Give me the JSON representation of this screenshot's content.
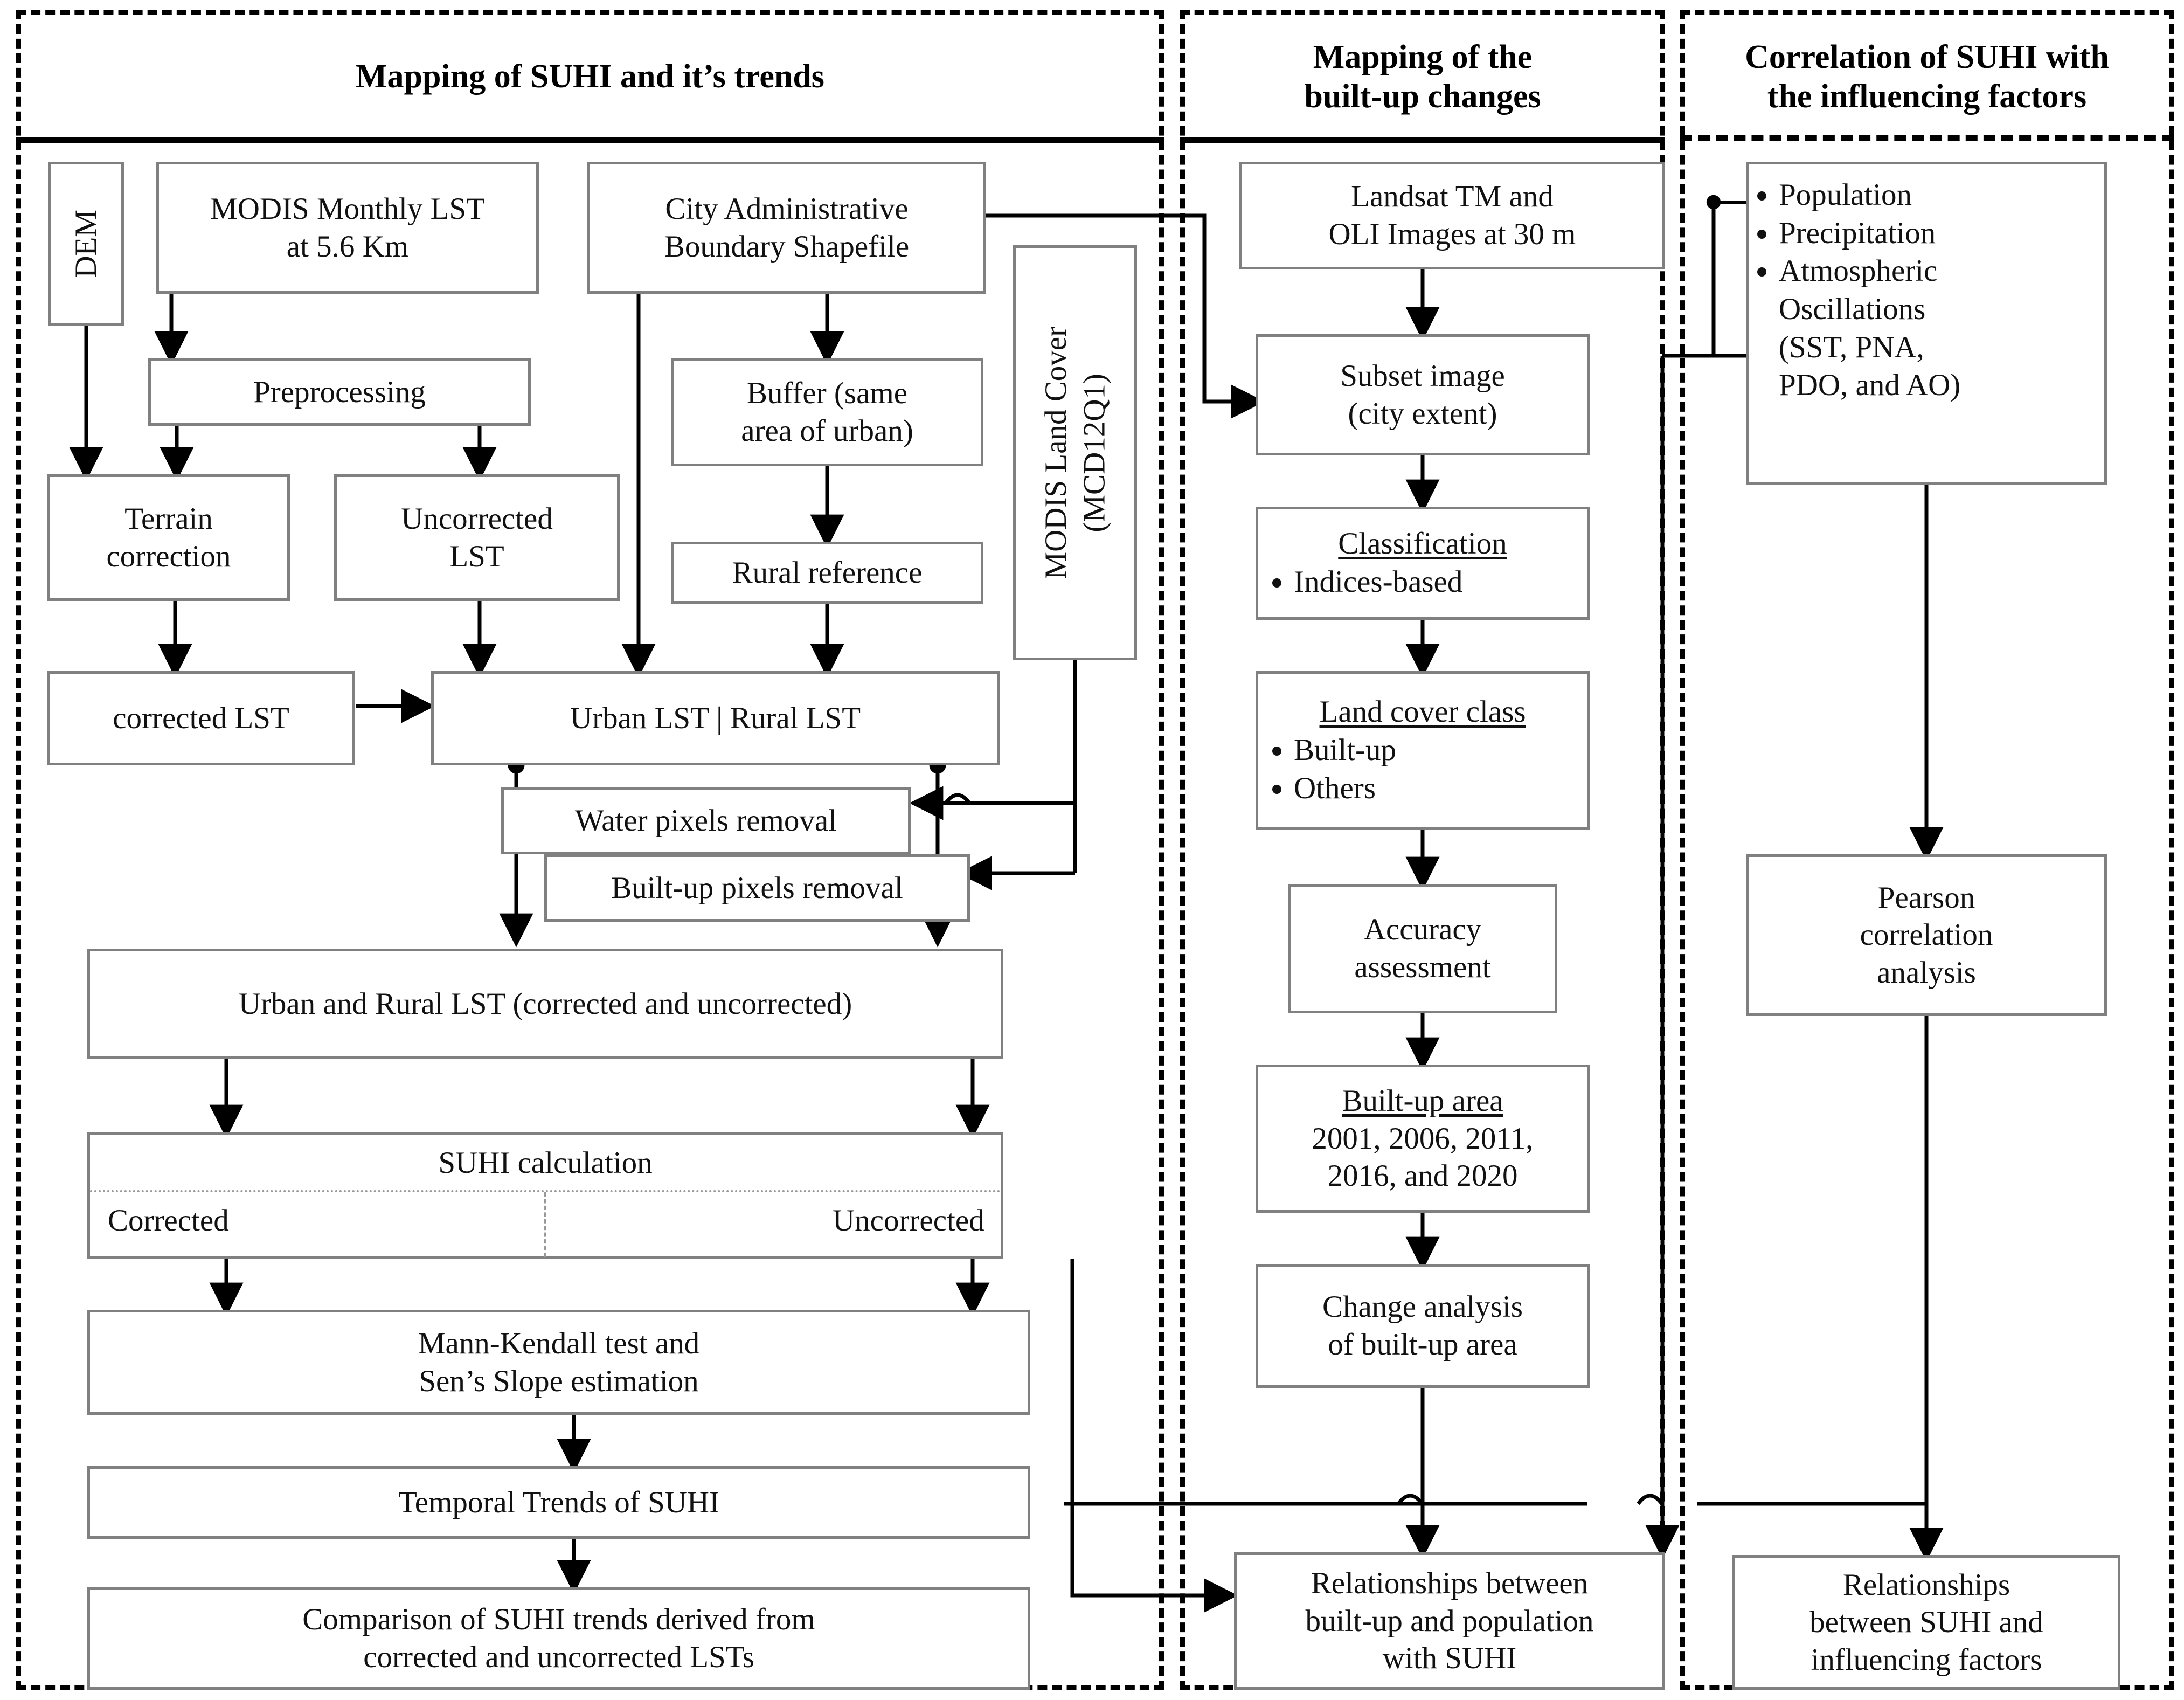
{
  "figure": {
    "kind": "methodology-flowchart",
    "panels": [
      {
        "id": "suhi",
        "title": "Mapping of SUHI and it’s trends"
      },
      {
        "id": "builtup",
        "title": "Mapping of the\nbuilt-up changes"
      },
      {
        "id": "corr",
        "title": "Correlation of SUHI with\nthe influencing factors"
      }
    ]
  },
  "suhi_panel": {
    "dem": "DEM",
    "modis_lst": "MODIS Monthly LST\nat 5.6 Km",
    "city_boundary": "City Administrative\nBoundary Shapefile",
    "modis_landcover": "MODIS Land Cover\n(MCD12Q1)",
    "preprocessing": "Preprocessing",
    "terrain_correction": "Terrain\ncorrection",
    "uncorrected_lst": "Uncorrected\nLST",
    "buffer": "Buffer (same\narea of urban)",
    "rural_reference": "Rural reference",
    "corrected_lst": "corrected LST",
    "urban_rural_lst": "Urban LST  |  Rural LST",
    "urban_lst_label": "Urban LST",
    "rural_lst_label": "Rural LST",
    "water_removal": "Water pixels removal",
    "builtup_removal": "Built-up pixels removal",
    "urban_rural_both": "Urban and Rural  LST (corrected and uncorrected)",
    "suhi_calculation": "SUHI calculation",
    "suhi_corrected": "Corrected",
    "suhi_uncorrected": "Uncorrected",
    "mann_kendall": "Mann-Kendall test and\nSen’s Slope estimation",
    "temporal_trends": "Temporal Trends of SUHI",
    "comparison": "Comparison of SUHI trends derived from\ncorrected and uncorrected LSTs"
  },
  "builtup_panel": {
    "landsat": "Landsat TM and\nOLI Images at 30 m",
    "subset": "Subset image\n(city extent)",
    "classification_title": "Classification",
    "classification_items": [
      "Indices-based"
    ],
    "landcover_title": "Land cover class",
    "landcover_items": [
      "Built-up",
      "Others"
    ],
    "accuracy": "Accuracy\nassessment",
    "builtup_area_title": "Built-up area",
    "builtup_area_years": "2001, 2006, 2011,\n2016, and 2020",
    "change_analysis": "Change analysis\nof built-up area",
    "relationships": "Relationships between\nbuilt-up and population\nwith SUHI"
  },
  "corr_panel": {
    "factors_items": [
      "Population",
      "Precipitation",
      "Atmospheric\nOscillations\n(SST, PNA,\nPDO, and AO)"
    ],
    "pearson": "Pearson\ncorrelation\nanalysis",
    "relationships": "Relationships\nbetween SUHI and\ninfluencing factors"
  },
  "colors": {
    "box_border": "#808080",
    "panel_border": "#000000",
    "connector": "#000000",
    "background": "#ffffff"
  }
}
